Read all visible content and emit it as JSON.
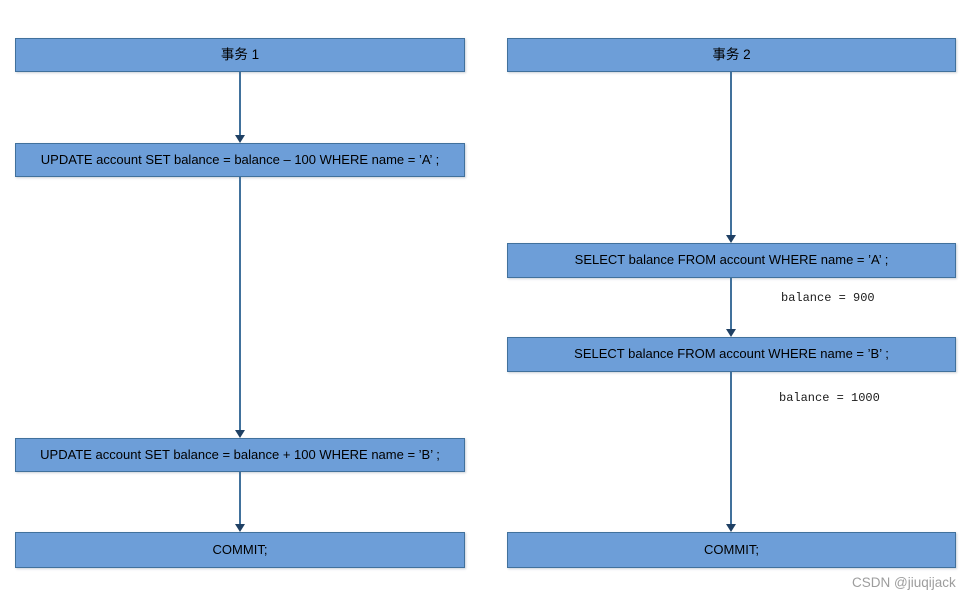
{
  "colors": {
    "box_fill": "#6D9ED8",
    "box_border": "#41719C",
    "arrow_line": "#41719C",
    "arrow_head": "#1F4064",
    "text": "#000000",
    "annotation_text": "#1a1a1a",
    "watermark_text": "#9d9d9d",
    "background": "#ffffff"
  },
  "transaction1": {
    "title": "事务 1",
    "update_a": "UPDATE account SET balance = balance – 100 WHERE name = ’A’ ;",
    "update_b": "UPDATE account SET balance = balance + 100 WHERE name = ’B’ ;",
    "commit": "COMMIT;"
  },
  "transaction2": {
    "title": "事务 2",
    "select_a": "SELECT balance FROM account WHERE name = ’A’ ;",
    "select_b": "SELECT balance FROM account WHERE name = ’B’ ;",
    "annotation_a": "balance = 900",
    "annotation_b": "balance = 1000",
    "commit": "COMMIT;"
  },
  "watermark": "CSDN @jiuqijack"
}
